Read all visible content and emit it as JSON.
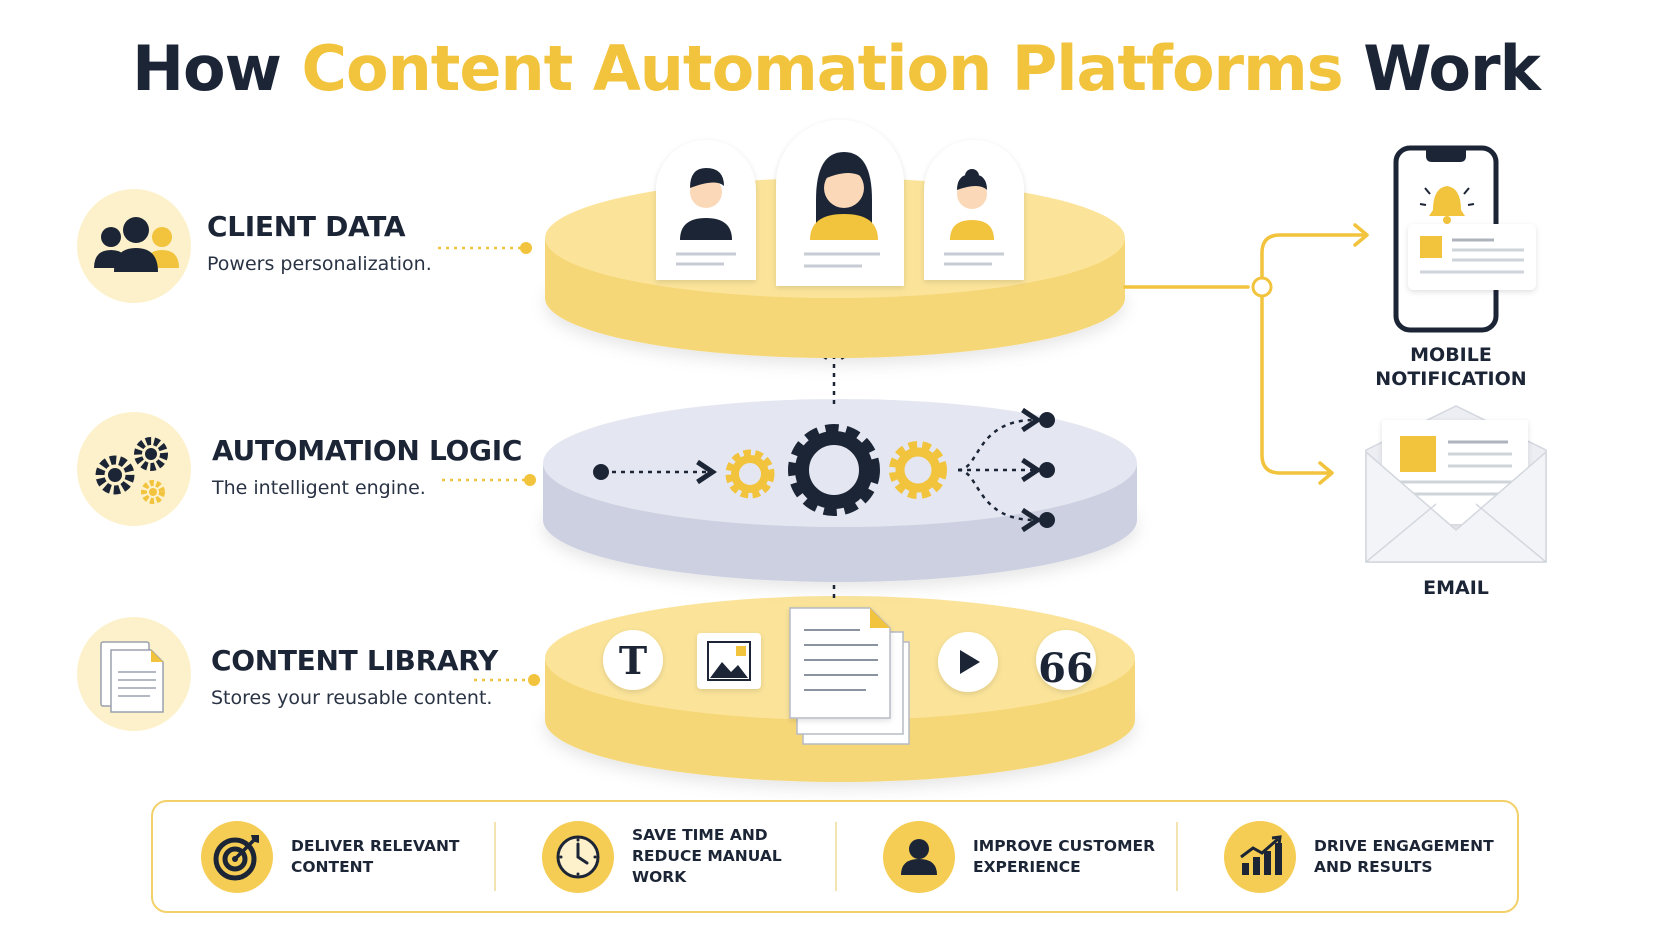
{
  "title": {
    "part1": "How ",
    "highlight": "Content Automation Platforms",
    "part2": " Work"
  },
  "colors": {
    "accent": "#f2c33c",
    "dark": "#1c2536",
    "disk_yellow": "#fbe49a",
    "disk_gray": "#dfe2ee"
  },
  "layers": [
    {
      "heading": "CLIENT DATA",
      "description": "Powers personalization.",
      "icon": "users-icon"
    },
    {
      "heading": "AUTOMATION LOGIC",
      "description": "The intelligent engine.",
      "icon": "gears-icon"
    },
    {
      "heading": "CONTENT LIBRARY",
      "description": "Stores your reusable content.",
      "icon": "documents-icon"
    }
  ],
  "content_types": [
    "T",
    "image",
    "documents",
    "video",
    "quote"
  ],
  "content_type_text": {
    "text_glyph": "T",
    "quote_glyph": "66"
  },
  "channels": [
    {
      "line1": "MOBILE",
      "line2": "NOTIFICATION"
    },
    {
      "line1": "EMAIL",
      "line2": ""
    }
  ],
  "benefits": [
    {
      "label": "DELIVER RELEVANT CONTENT",
      "icon": "target-icon"
    },
    {
      "label": "SAVE TIME AND REDUCE MANUAL WORK",
      "icon": "clock-icon"
    },
    {
      "label": "IMPROVE CUSTOMER EXPERIENCE",
      "icon": "person-icon"
    },
    {
      "label": "DRIVE ENGAGEMENT AND RESULTS",
      "icon": "growth-chart-icon"
    }
  ]
}
